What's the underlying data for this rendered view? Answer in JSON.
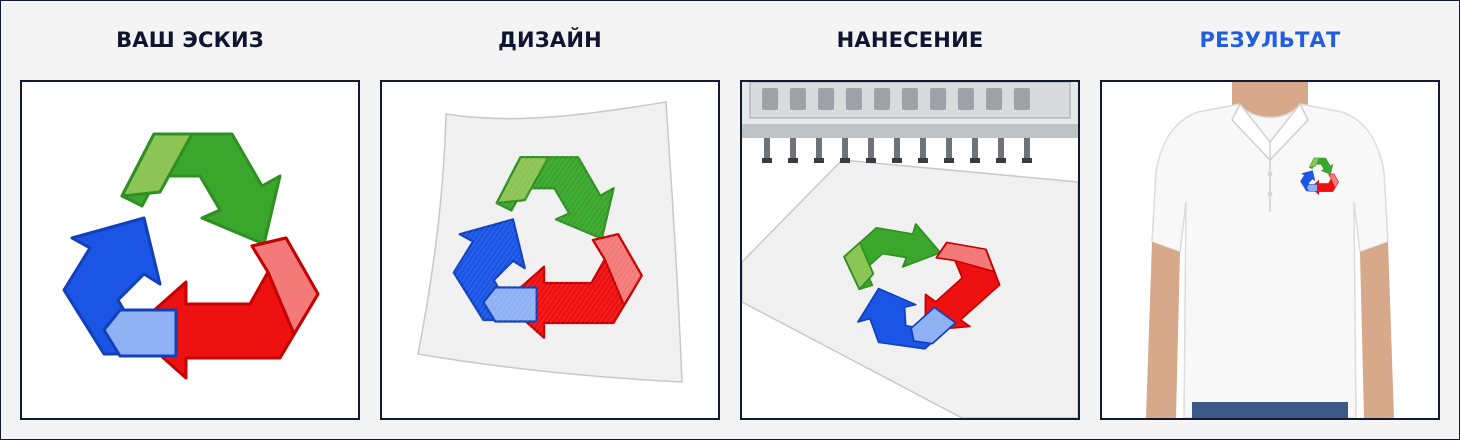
{
  "steps": [
    {
      "title": "ВАШ ЭСКИЗ",
      "active": false,
      "icon": "recycle-logo-icon"
    },
    {
      "title": "ДИЗАЙН",
      "active": false,
      "icon": "recycle-logo-on-fabric-icon"
    },
    {
      "title": "НАНЕСЕНИЕ",
      "active": false,
      "icon": "embroidery-machine-icon"
    },
    {
      "title": "РЕЗУЛЬТАТ",
      "active": true,
      "icon": "polo-shirt-with-logo-icon"
    }
  ],
  "colors": {
    "green": "#3aa62c",
    "green_light": "#8cc455",
    "red": "#ee1111",
    "red_light": "#f47a7a",
    "blue": "#1a55e6",
    "blue_light": "#8fb1f4",
    "title": "#0f1530",
    "title_active": "#1f5ee0",
    "border": "#141a33"
  }
}
